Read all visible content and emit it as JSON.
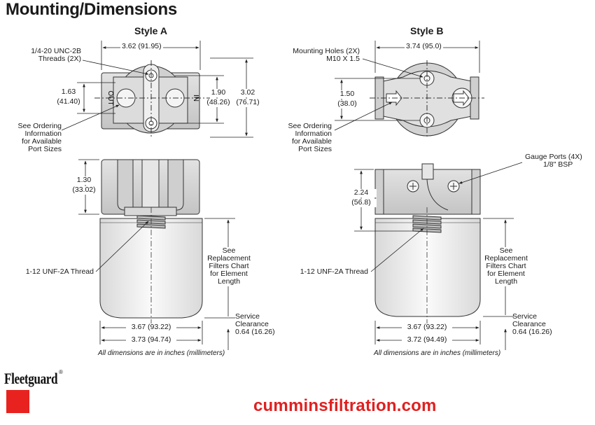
{
  "title": "Mounting/Dimensions",
  "style_a": {
    "heading": "Style A",
    "top_width": "3.62 (91.95)",
    "threads_line1": "1/4-20 UNC-2B",
    "threads_line2": "Threads (2X)",
    "port_spacing_l_in": "1.63",
    "port_spacing_l_mm": "(41.40)",
    "hole_spacing_in": "1.90",
    "hole_spacing_mm": "(48.26)",
    "overall_in": "3.02",
    "overall_mm": "(76.71)",
    "out_label": "OUT",
    "in_label": "IN",
    "ordering_1": "See Ordering",
    "ordering_2": "Information",
    "ordering_3": "for Available",
    "ordering_4": "Port Sizes",
    "head_height_in": "1.30",
    "head_height_mm": "(33.02)",
    "thread_label": "1-12 UNF-2A Thread",
    "see_1": "See",
    "see_2": "Replacement",
    "see_3": "Filters Chart",
    "see_4": "for Element",
    "see_5": "Length",
    "service_1": "Service",
    "service_2": "Clearance",
    "service_3": "0.64 (16.26)",
    "can_width": "3.67 (93.22)",
    "base_width": "3.73 (94.74)",
    "note": "All dimensions are in inches (millimeters)"
  },
  "style_b": {
    "heading": "Style B",
    "top_width": "3.74 (95.0)",
    "holes_line1": "Mounting Holes (2X)",
    "holes_line2": "M10 X 1.5",
    "port_spacing_in": "1.50",
    "port_spacing_mm": "(38.0)",
    "ordering_1": "See Ordering",
    "ordering_2": "Information",
    "ordering_3": "for Available",
    "ordering_4": "Port Sizes",
    "gauge_1": "Gauge Ports (4X)",
    "gauge_2": "1/8\" BSP",
    "head_height_in": "2.24",
    "head_height_mm": "(56.8)",
    "thread_label": "1-12 UNF-2A Thread",
    "see_1": "See",
    "see_2": "Replacement",
    "see_3": "Filters Chart",
    "see_4": "for Element",
    "see_5": "Length",
    "service_1": "Service",
    "service_2": "Clearance",
    "service_3": "0.64 (16.26)",
    "can_width": "3.67 (93.22)",
    "base_width": "3.72 (94.49)",
    "note": "All dimensions are in inches (millimeters)"
  },
  "brand": {
    "logo_text": "Fleetguard",
    "registered": "®",
    "logo_color": "#e8231f",
    "url": "cumminsfiltration.com",
    "url_color": "#e02020"
  }
}
